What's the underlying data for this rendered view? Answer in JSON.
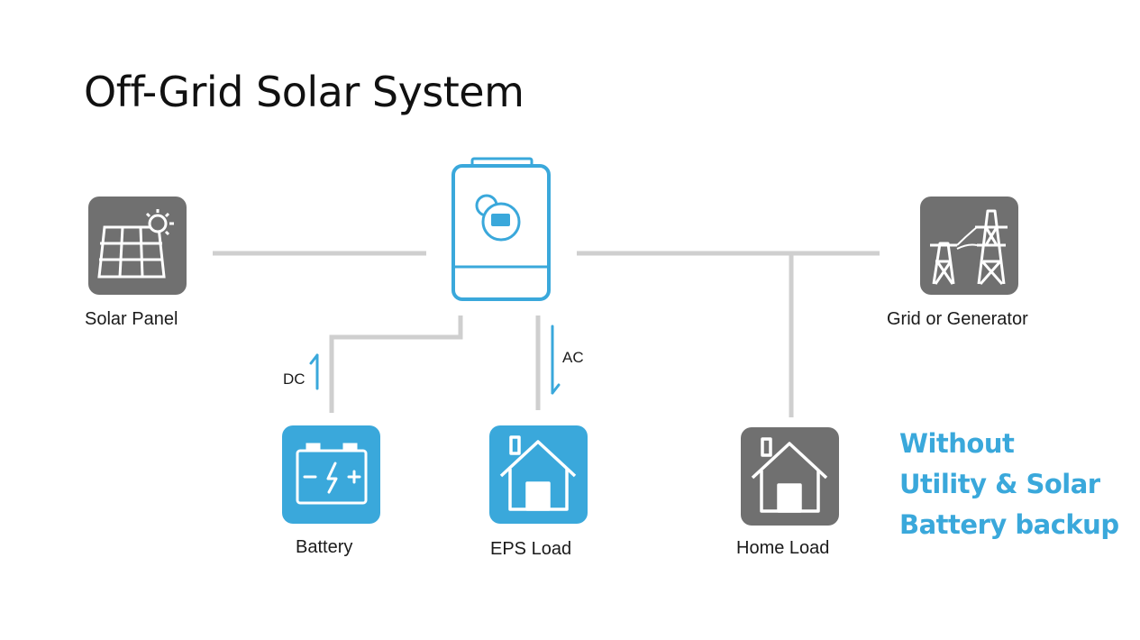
{
  "title": "Off-Grid Solar System",
  "nodes": {
    "solar_panel": {
      "label": "Solar Panel",
      "icon": "solar-panel-icon"
    },
    "inverter": {
      "icon": "inverter-icon"
    },
    "grid": {
      "label": "Grid or Generator",
      "icon": "power-tower-icon"
    },
    "battery": {
      "label": "Battery",
      "icon": "battery-icon"
    },
    "eps_load": {
      "label": "EPS Load",
      "icon": "house-icon"
    },
    "home_load": {
      "label": "Home Load",
      "icon": "house-icon"
    }
  },
  "connections": {
    "dc_label": "DC",
    "ac_label": "AC"
  },
  "note": {
    "line1": "Without",
    "line2": "Utility & Solar",
    "line3": "Battery backup"
  },
  "colors": {
    "accent": "#3aa8db",
    "gray_tile": "#707070",
    "line": "#cfcfcf"
  }
}
